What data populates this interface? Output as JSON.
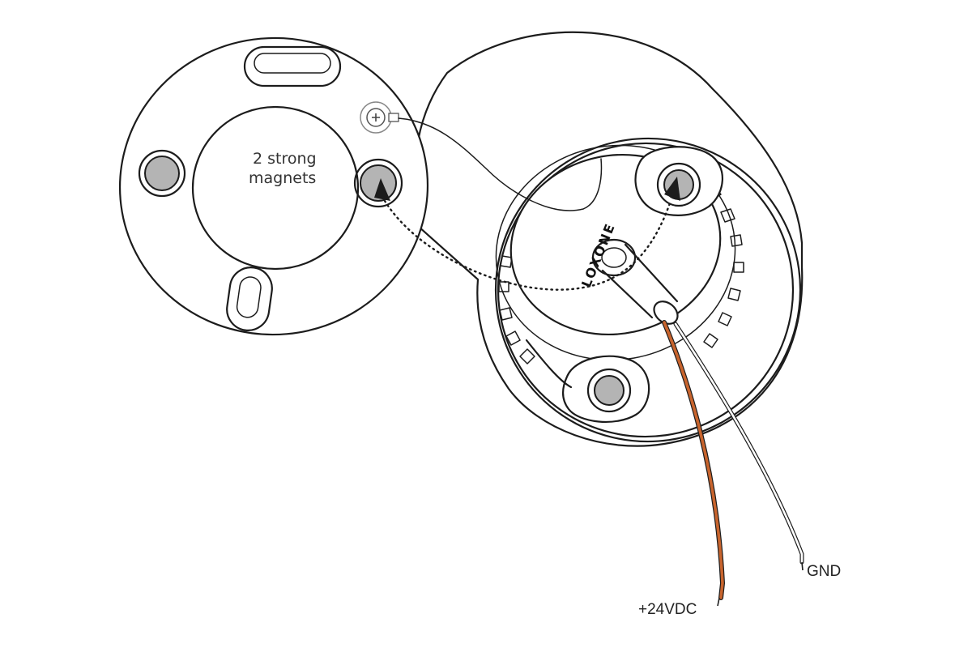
{
  "callout": {
    "line1": "2 strong",
    "line2": "magnets"
  },
  "brand": {
    "text": "LOXONE"
  },
  "wires": {
    "positive_label": "+24VDC",
    "ground_label": "GND",
    "positive_color": "#c8642d",
    "ground_color": "#ffffff"
  },
  "colors": {
    "outline": "#1c1c1c",
    "magnet_fill": "#b4b4b4",
    "background": "#ffffff"
  }
}
